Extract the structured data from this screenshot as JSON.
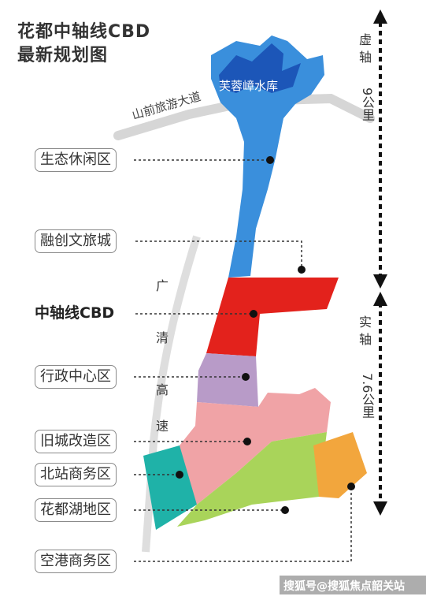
{
  "title": {
    "line1": "花都中轴线CBD",
    "line2": "最新规划图"
  },
  "road_shanqian": "山前旅游大道",
  "reservoir": "芙蓉嶂水库",
  "road_guangqing": [
    "广",
    "清",
    "高",
    "速"
  ],
  "axis_virtual": {
    "label": [
      "虚",
      "轴"
    ],
    "length": "9公里"
  },
  "axis_real": {
    "label": [
      "实",
      "轴"
    ],
    "length": "7.6公里"
  },
  "districts": [
    {
      "id": "eco",
      "name": "生态休闲区",
      "color": "#3a8fdc"
    },
    {
      "id": "sunac",
      "name": "融创文旅城",
      "color": "#3a8fdc"
    },
    {
      "id": "cbd",
      "name": "中轴线CBD",
      "color": "#e3221c"
    },
    {
      "id": "admin",
      "name": "行政中心区",
      "color": "#b89bc8"
    },
    {
      "id": "oldtown",
      "name": "旧城改造区",
      "color": "#f0a3a6"
    },
    {
      "id": "northstation",
      "name": "北站商务区",
      "color": "#1fb2a8"
    },
    {
      "id": "lake",
      "name": "花都湖地区",
      "color": "#a9d45a"
    },
    {
      "id": "airport",
      "name": "空港商务区",
      "color": "#f2a63d"
    }
  ],
  "watermark": "搜狐号@搜狐焦点韶关站",
  "colors": {
    "reservoir": "#1c56b8",
    "road": "#cfcfcf",
    "arrow": "#111111",
    "leader": "#333333"
  }
}
